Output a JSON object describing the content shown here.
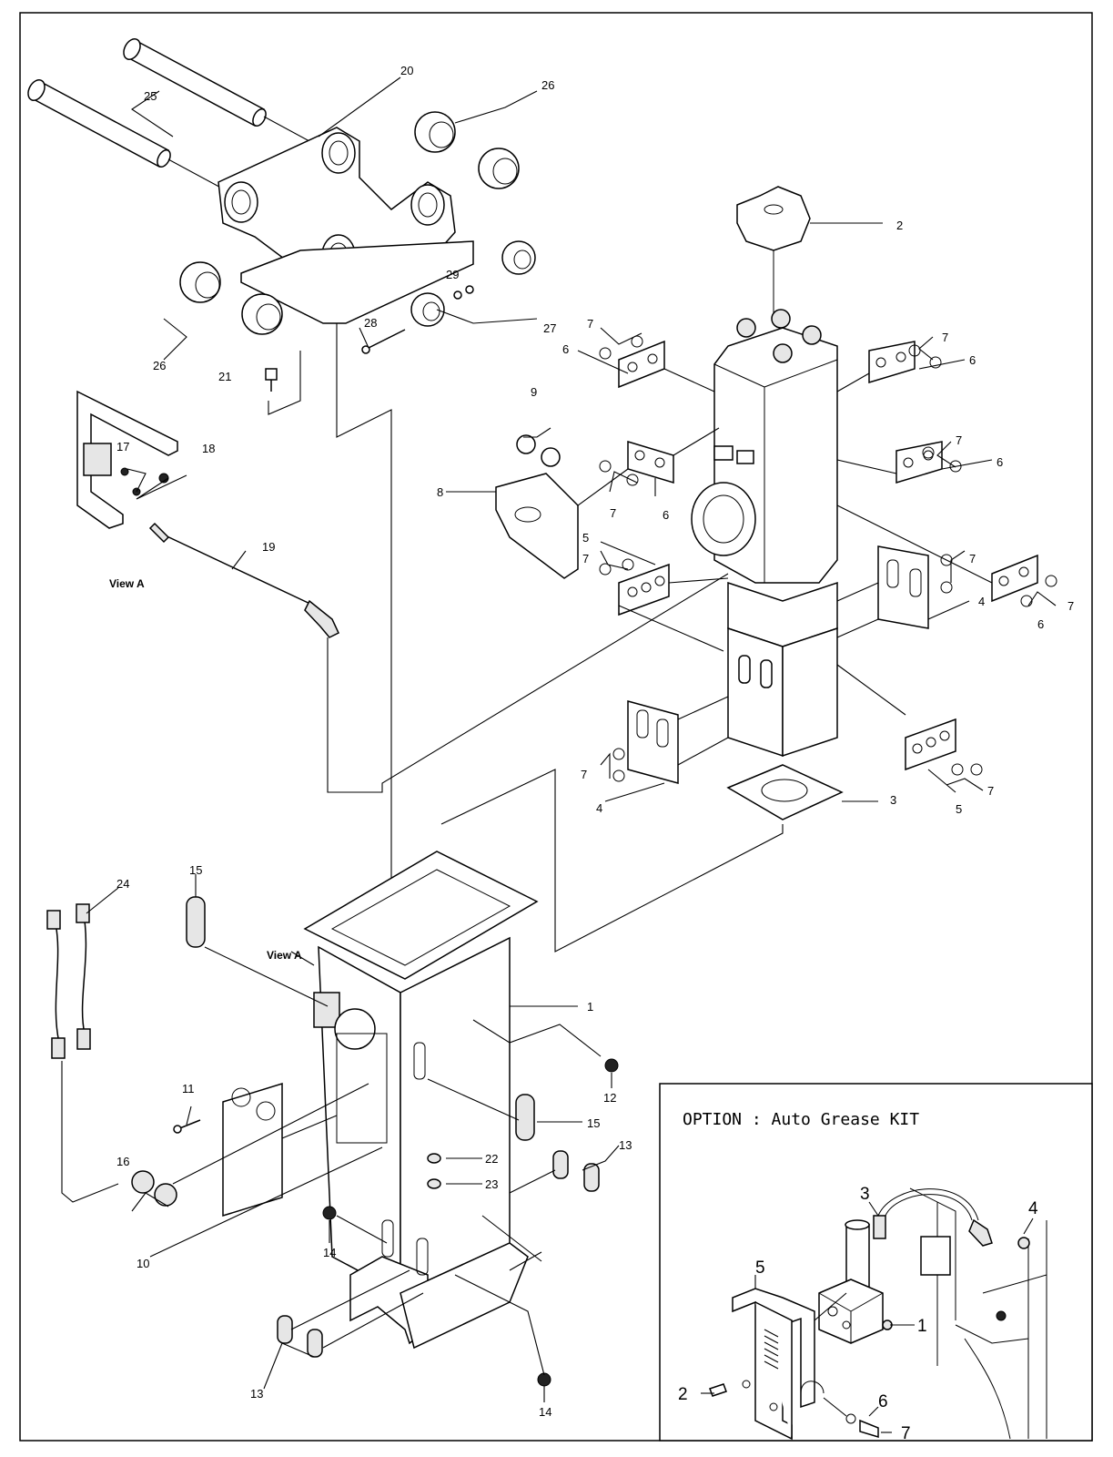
{
  "view_a_labels": [
    "View A",
    "View A"
  ],
  "option_box": {
    "title": "OPTION : Auto Grease KIT",
    "callouts": [
      "1",
      "2",
      "3",
      "4",
      "5",
      "6",
      "7"
    ]
  },
  "main_callouts": {
    "c1": "1",
    "c2": "2",
    "c3": "3",
    "c4a": "4",
    "c4b": "4",
    "c5a": "5",
    "c5b": "5",
    "c6a": "6",
    "c6b": "6",
    "c6c": "6",
    "c6d": "6",
    "c6e": "6",
    "c7a": "7",
    "c7b": "7",
    "c7c": "7",
    "c7d": "7",
    "c7e": "7",
    "c7f": "7",
    "c7g": "7",
    "c7h": "7",
    "c7i": "7",
    "c8": "8",
    "c9": "9",
    "c10": "10",
    "c11": "11",
    "c12": "12",
    "c13a": "13",
    "c13b": "13",
    "c14a": "14",
    "c14b": "14",
    "c15a": "15",
    "c15b": "15",
    "c16": "16",
    "c17": "17",
    "c18": "18",
    "c19": "19",
    "c20": "20",
    "c21": "21",
    "c22": "22",
    "c23": "23",
    "c24": "24",
    "c25": "25",
    "c26a": "26",
    "c26b": "26",
    "c27": "27",
    "c28": "28",
    "c29": "29"
  }
}
